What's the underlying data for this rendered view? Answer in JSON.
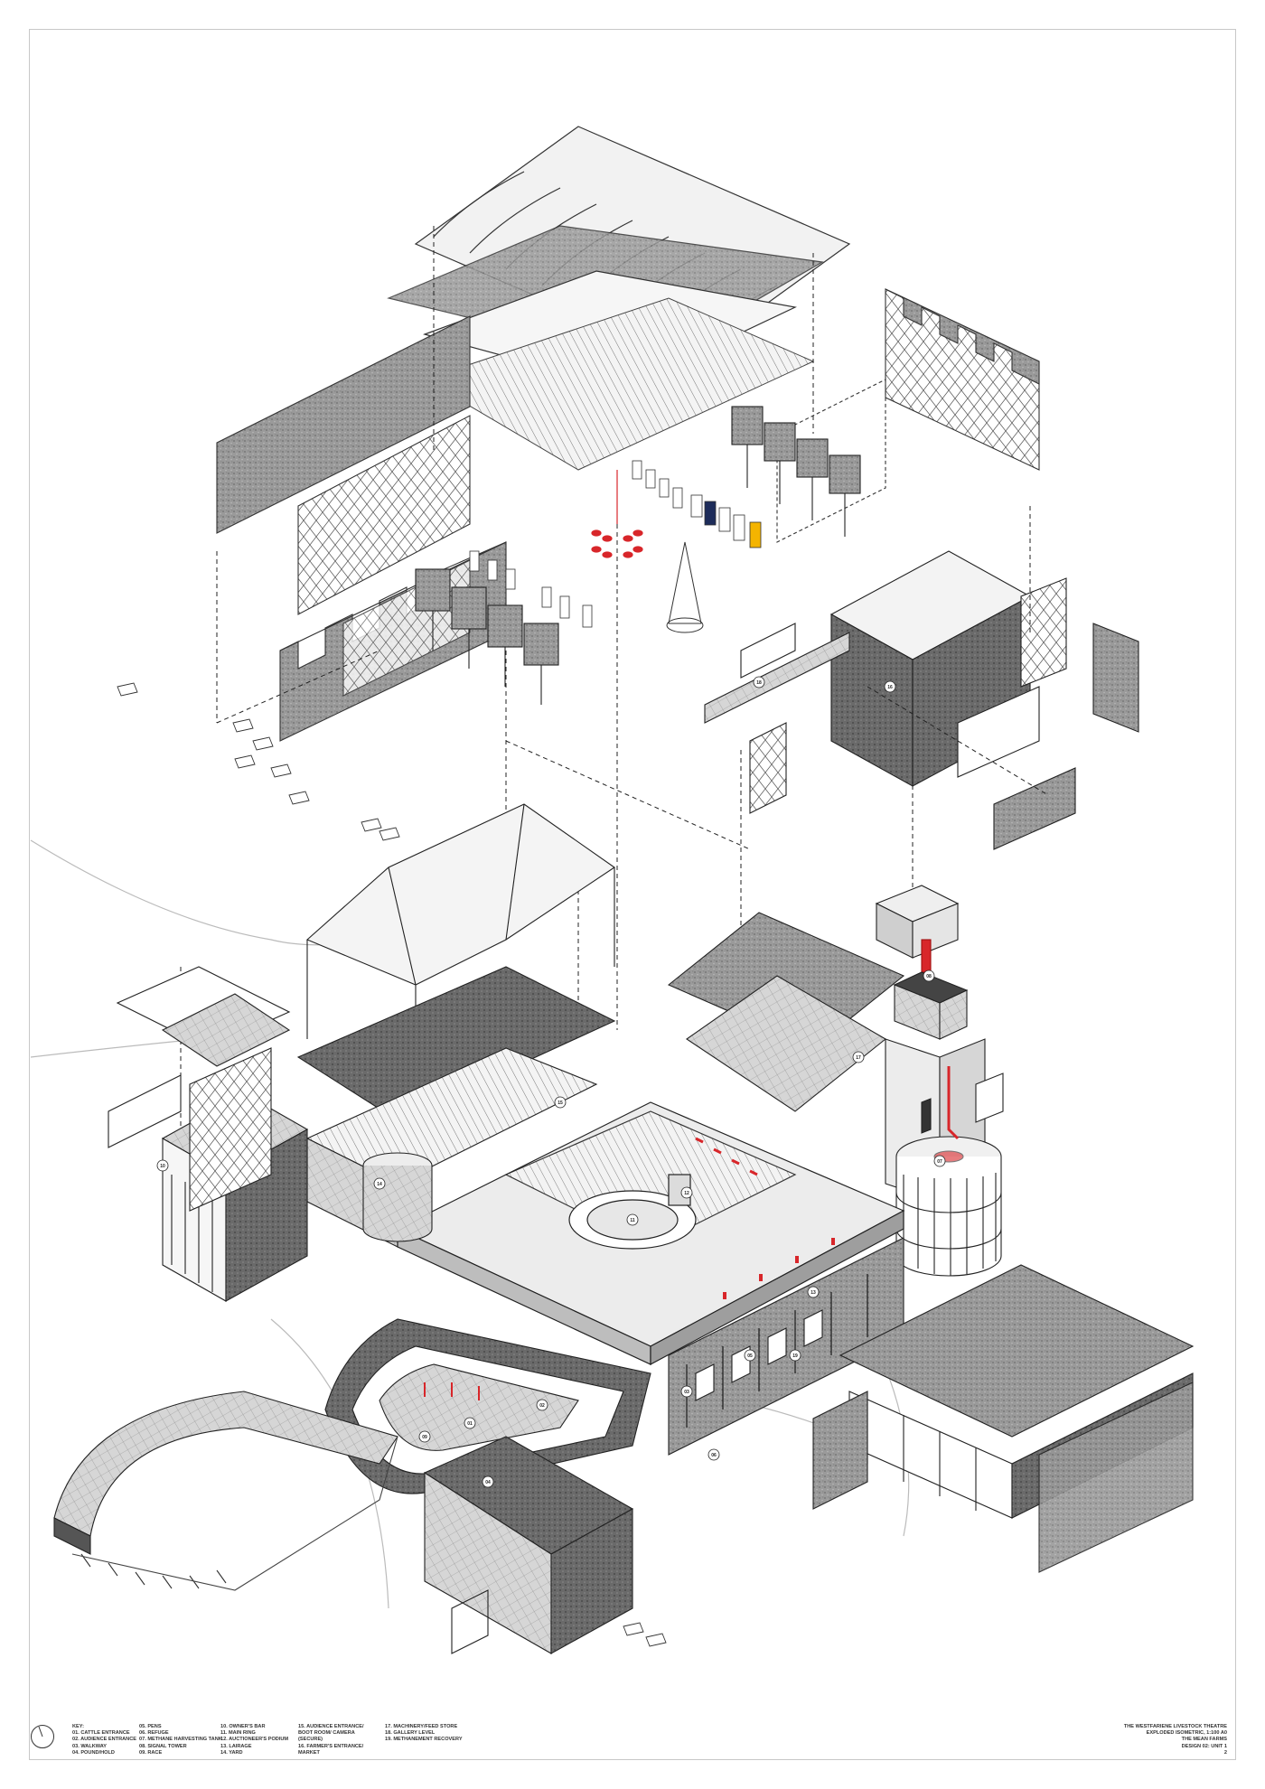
{
  "sheet": {
    "title_lines": [
      "THE WESTFARIENE LIVESTOCK THEATRE",
      "EXPLODED ISOMETRIC, 1:100 A0",
      "THE MEAN FARMS",
      "DESIGN 02: UNIT 1"
    ],
    "page_number": "2"
  },
  "key": {
    "heading": "KEY:",
    "columns": [
      [
        "01. CATTLE ENTRANCE",
        "02. AUDIENCE ENTRANCE",
        "03. WALKWAY",
        "04. POUND/HOLD"
      ],
      [
        "05. PENS",
        "06. REFUGE",
        "07. METHANE HARVESTING TANK",
        "08. SIGNAL TOWER",
        "09. RACE"
      ],
      [
        "10. OWNER'S BAR",
        "11. MAIN RING",
        "12. AUCTIONEER'S PODIUM",
        "13. LAIRAGE",
        "14. YARD"
      ],
      [
        "15. AUDIENCE ENTRANCE/",
        "BOOT ROOM/ CAMERA",
        "(SECURE)",
        "16. FARMER'S ENTRANCE/",
        "MARKET"
      ],
      [
        "17. MACHINERY/FEED STORE",
        "18. GALLERY LEVEL",
        "19. METHANEMENT RECOVERY"
      ]
    ]
  },
  "callouts": [
    "01",
    "02",
    "03",
    "04",
    "05",
    "06",
    "07",
    "08",
    "09",
    "10",
    "11",
    "12",
    "13",
    "14",
    "15",
    "16",
    "17",
    "18",
    "19"
  ],
  "colors": {
    "ink": "#2b2b2b",
    "concrete": "#8e8e8e",
    "accent_red": "#d8262a",
    "sign_yellow": "#f4b400",
    "sign_navy": "#1d2c5a"
  }
}
